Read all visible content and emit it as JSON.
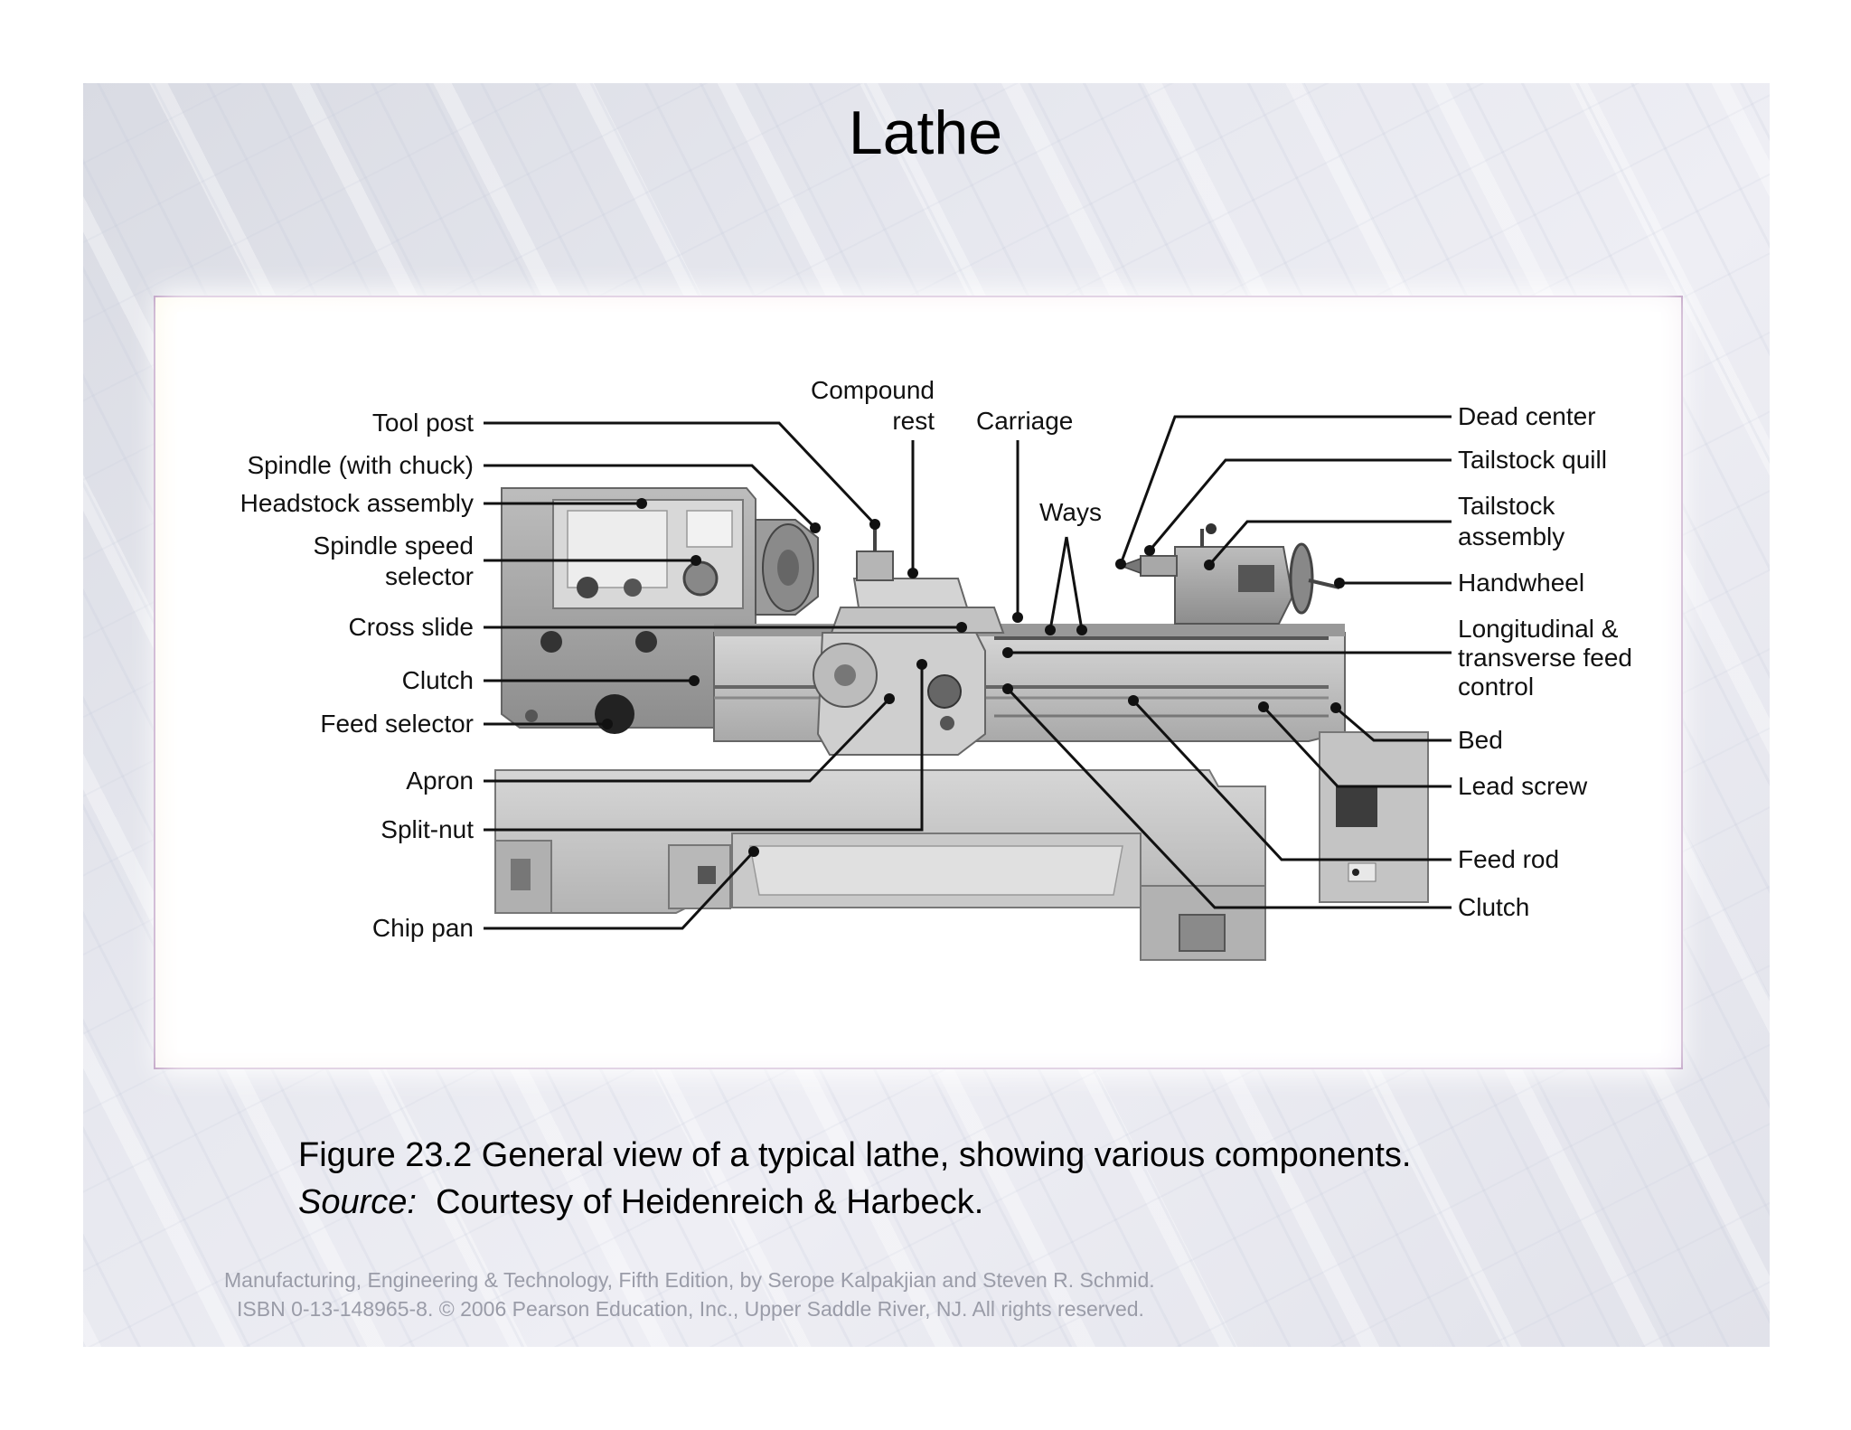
{
  "slide": {
    "title": "Lathe"
  },
  "labels": {
    "tool_post": "Tool post",
    "spindle": "Spindle (with chuck)",
    "headstock": "Headstock assembly",
    "spindle_speed_1": "Spindle speed",
    "spindle_speed_2": "selector",
    "cross_slide": "Cross slide",
    "clutch_left": "Clutch",
    "feed_selector": "Feed selector",
    "apron": "Apron",
    "split_nut": "Split-nut",
    "chip_pan": "Chip pan",
    "compound_1": "Compound",
    "compound_2": "rest",
    "carriage": "Carriage",
    "ways": "Ways",
    "dead_center": "Dead center",
    "tailstock_quill": "Tailstock quill",
    "tailstock_1": "Tailstock",
    "tailstock_2": "assembly",
    "handwheel": "Handwheel",
    "longitudinal_1": "Longitudinal &",
    "longitudinal_2": "transverse feed",
    "longitudinal_3": "control",
    "bed": "Bed",
    "lead_screw": "Lead screw",
    "feed_rod": "Feed rod",
    "clutch_right": "Clutch"
  },
  "caption": {
    "line1": "Figure 23.2  General view of a typical lathe, showing various components.",
    "source_label": "Source:",
    "source_text": "  Courtesy of Heidenreich & Harbeck."
  },
  "footer": {
    "line1": "Manufacturing, Engineering & Technology, Fifth Edition, by Serope Kalpakjian and Steven R. Schmid.",
    "line2": "ISBN 0-13-148965-8. © 2006 Pearson Education, Inc., Upper Saddle River, NJ.  All rights reserved."
  }
}
